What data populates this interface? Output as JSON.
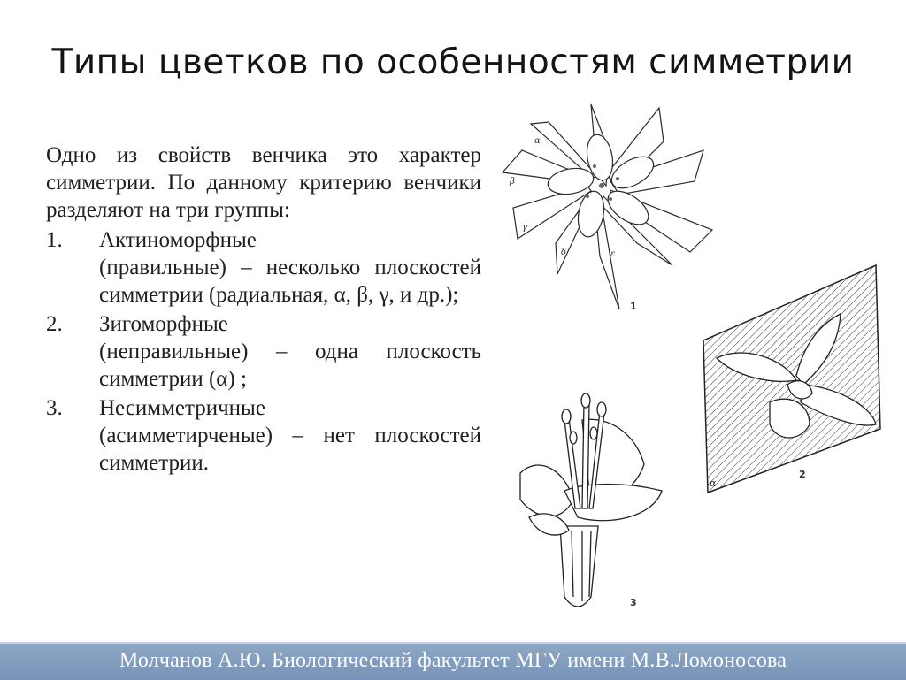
{
  "slide": {
    "title": "Типы цветков по особенностям симметрии",
    "intro": "Одно из свойств  венчика это характер симметрии. По данному критерию венчики разделяют на три группы:",
    "items": [
      {
        "number": "1.",
        "line1": "Актиноморфные",
        "rest": "(правильные) – несколько плоскостей симметрии (радиальная, α, β, γ,  и др.);"
      },
      {
        "number": "2.",
        "line1": "Зигоморфные",
        "rest": "(неправильные) – одна плоскость симметрии (α) ;"
      },
      {
        "number": "3.",
        "line1": "Несимметричные",
        "rest": "(асимметирченые) – нет плоскостей симметрии."
      }
    ]
  },
  "figures": [
    {
      "label": "1",
      "icon": "actinomorphic-flower-illustration"
    },
    {
      "label": "2",
      "icon": "asymmetric-orchid-flower-illustration"
    },
    {
      "label": "3",
      "icon": "zygomorphic-flower-illustration"
    }
  ],
  "plane_labels": [
    "α",
    "β",
    "γ",
    "δ",
    "ε"
  ],
  "fig2_plane_label": "α",
  "footer": {
    "text": "Молчанов А.Ю. Биологический факультет МГУ имени М.В.Ломоносова"
  },
  "colors": {
    "footer_bar": "#7f9abd",
    "footer_text": "#ffffff",
    "text": "#1f1f1f"
  }
}
